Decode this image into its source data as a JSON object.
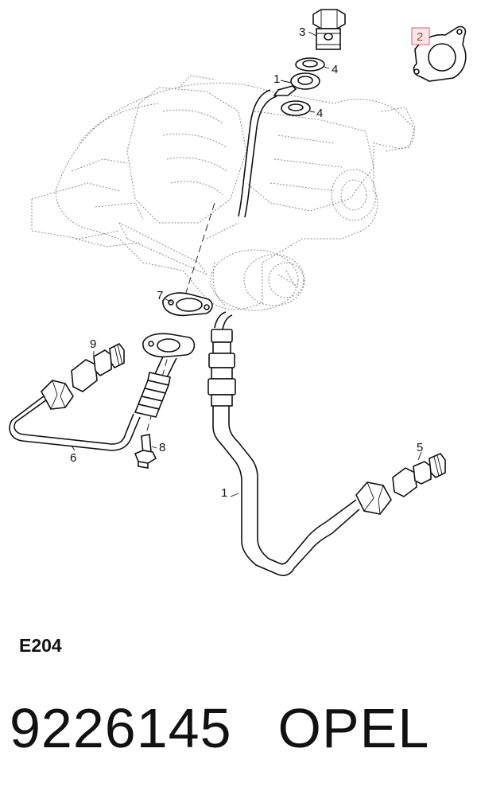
{
  "diagram": {
    "callouts": [
      {
        "id": "label-3",
        "text": "3"
      },
      {
        "id": "label-2",
        "text": "2",
        "highlighted": true
      },
      {
        "id": "label-4-upper",
        "text": "4"
      },
      {
        "id": "label-1-upper",
        "text": "1"
      },
      {
        "id": "label-4-lower",
        "text": "4"
      },
      {
        "id": "label-7",
        "text": "7"
      },
      {
        "id": "label-9",
        "text": "9"
      },
      {
        "id": "label-8",
        "text": "8"
      },
      {
        "id": "label-6",
        "text": "6"
      },
      {
        "id": "label-5",
        "text": "5"
      },
      {
        "id": "label-1-lower",
        "text": "1"
      }
    ],
    "highlight_color": "#e0566a"
  },
  "footer": {
    "group_code": "E204",
    "part_number": "9226145",
    "brand": "OPEL"
  }
}
